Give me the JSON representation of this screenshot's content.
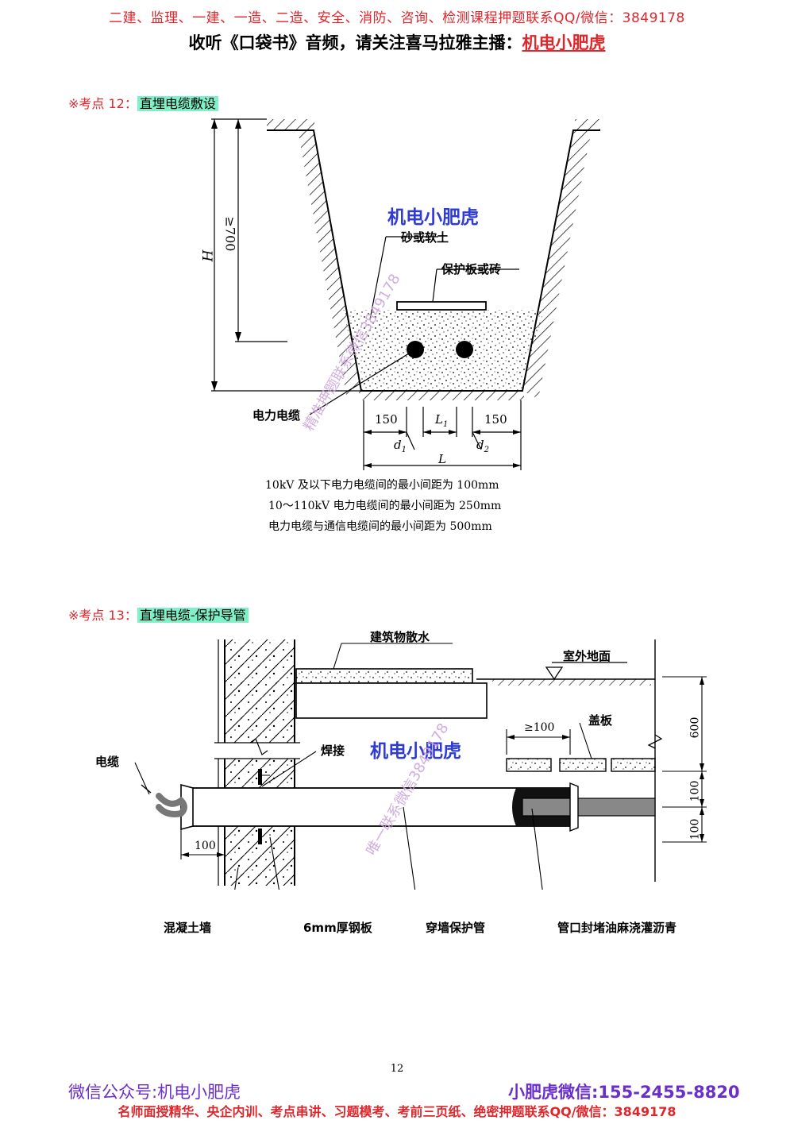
{
  "header": {
    "line1": "二建、监理、一建、一造、二造、安全、消防、咨询、检测课程押题联系QQ/微信：3849178",
    "line2_prefix": "收听《口袋书》音频，请关注喜马拉雅主播：",
    "line2_name": "机电小肥虎"
  },
  "section12": {
    "mark": "※考点 12：",
    "title": "直埋电缆敷设",
    "diagram": {
      "label_sand": "砂或软土",
      "label_board": "保护板或砖",
      "label_cable": "电力电缆",
      "dim_H": "H",
      "dim_700": "≥700",
      "dim_150_left": "150",
      "dim_150_right": "150",
      "dim_L1": "L",
      "dim_L1_sub": "1",
      "dim_d1": "d",
      "dim_d1_sub": "1",
      "dim_d2": "d",
      "dim_d2_sub": "2",
      "dim_L": "L",
      "watermark": "机电小肥虎",
      "watermark_v": "精准押题联系微信3849178"
    },
    "notes": [
      "10kV 及以下电力电缆间的最小间距为 100mm",
      "10～110kV 电力电缆间的最小间距为 250mm",
      "电力电缆与通信电缆间的最小间距为 500mm"
    ]
  },
  "section13": {
    "mark": "※考点 13：",
    "title": "直埋电缆-保护导管",
    "diagram": {
      "label_apron": "建筑物散水",
      "label_ground": "室外地面",
      "label_cover": "盖板",
      "label_100a": "≥100",
      "label_weld": "焊接",
      "label_cable": "电缆",
      "label_wall": "混凝土墙",
      "label_plate": "6mm厚钢板",
      "label_pipe": "穿墙保护管",
      "label_seal": "管口封堵油麻浇灌沥青",
      "dim_100_left": "100",
      "dim_600": "600",
      "dim_100_r1": "100",
      "dim_100_r2": "100",
      "watermark": "机电小肥虎",
      "watermark_v": "唯一联系微信3849178"
    }
  },
  "page_number": "12",
  "footer": {
    "left": "微信公众号:机电小肥虎",
    "right": "小肥虎微信:155-2455-8820",
    "line2": "名师面授精华、央企内训、考点串讲、习题模考、考前三页纸、绝密押题联系QQ/微信：3849178"
  }
}
